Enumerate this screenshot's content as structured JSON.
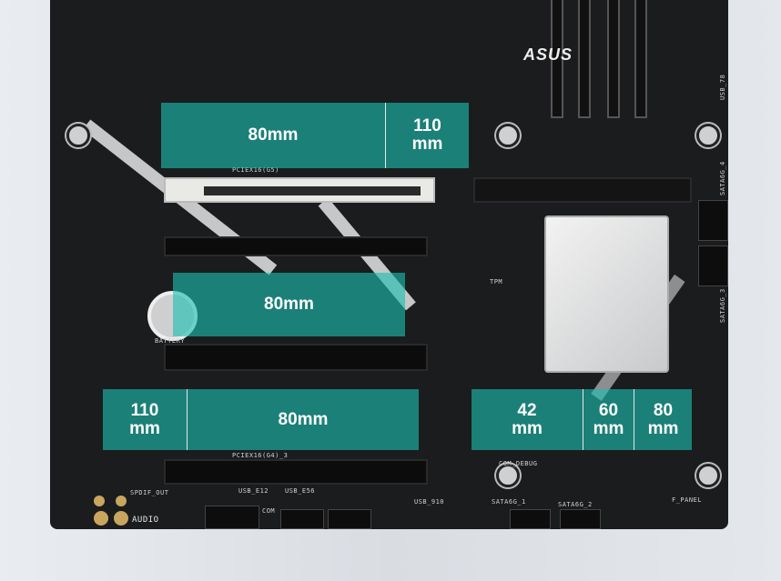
{
  "brand": "ASUS",
  "overlays": {
    "top": {
      "cells": [
        "80mm",
        "110\nmm"
      ]
    },
    "middle": {
      "cells": [
        "80mm"
      ]
    },
    "bottom_left": {
      "cells": [
        "110\nmm",
        "80mm"
      ]
    },
    "bottom_right": {
      "cells": [
        "42\nmm",
        "60\nmm",
        "80\nmm"
      ]
    }
  },
  "silkscreen": {
    "pciex16_g5": "PCIEX16(G5)",
    "pciex16_g4": "PCIEX16(G4)_3",
    "battery": "BATTERY",
    "tpm": "TPM",
    "com_debug": "COM_DEBUG",
    "usb_910": "USB_910",
    "sata6g_1": "SATA6G_1",
    "sata6g_2": "SATA6G_2",
    "sata6g_3": "SATA6G_3",
    "sata6g_4": "SATA6G_4",
    "usb_78": "USB_78",
    "spdif_out": "SPDIF_OUT",
    "audio": "AUDIO",
    "usb_e12": "USB_E12",
    "usb_e56": "USB_E56",
    "com": "COM",
    "f_panel": "F_PANEL"
  },
  "colors": {
    "overlay": "#1cbeb0",
    "board": "#1b1c1e"
  }
}
